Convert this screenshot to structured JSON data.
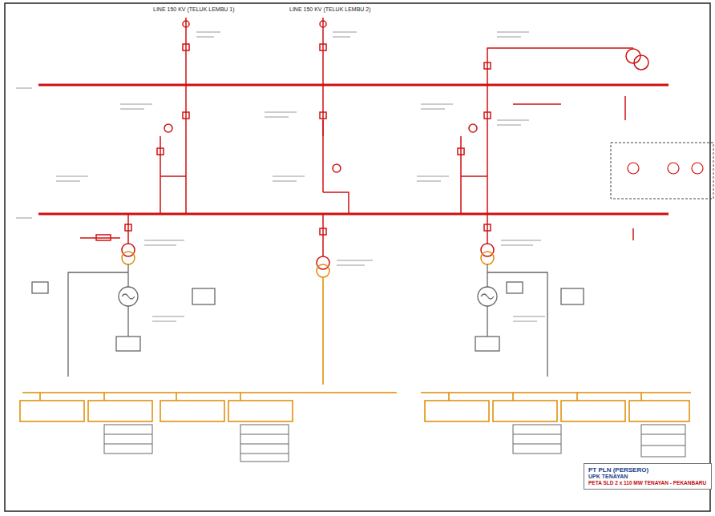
{
  "diagram": {
    "nodes": [
      {
        "text": [
          "PT PLN (PERSERO)",
          "UPK TENAYAN",
          "PETA SLD 2 x 110 MW TENAYAN - PEKANBARU"
        ]
      }
    ],
    "labels": [
      "LINE 150 KV (TELUK LEMBU 1)",
      "LINE 150 KV (TELUK LEMBU 2)"
    ]
  }
}
